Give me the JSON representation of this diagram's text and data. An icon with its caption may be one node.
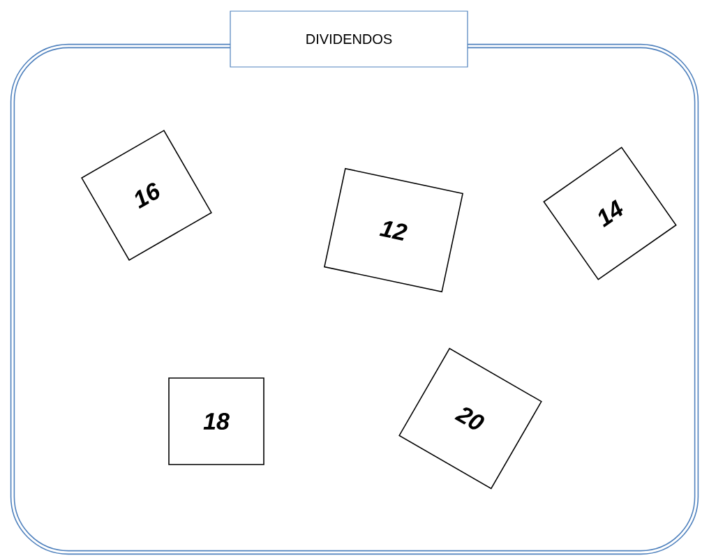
{
  "diagram": {
    "nodes": [
      {
        "text": [
          "DIVIDENDOS"
        ]
      },
      {
        "text": [
          "16"
        ],
        "in": 0
      },
      {
        "text": [
          "12"
        ],
        "in": 0
      },
      {
        "text": [
          "14"
        ],
        "in": 0
      },
      {
        "text": [
          "18"
        ],
        "in": 0
      },
      {
        "text": [
          "20"
        ],
        "in": 0
      }
    ]
  }
}
